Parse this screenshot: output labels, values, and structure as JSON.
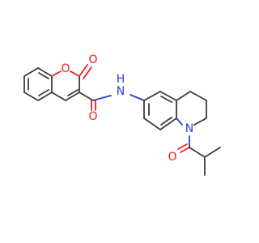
{
  "molecule": {
    "atoms": {
      "o_ring": "O",
      "o_lactone": "O",
      "o_amide": "O",
      "nh": "N",
      "nh_h": "H",
      "n_ring": "N",
      "o_acyl": "O"
    },
    "colors": {
      "bond": "#3c3c3c",
      "oxygen": "#e8201c",
      "nitrogen": "#2a3fd9"
    }
  }
}
